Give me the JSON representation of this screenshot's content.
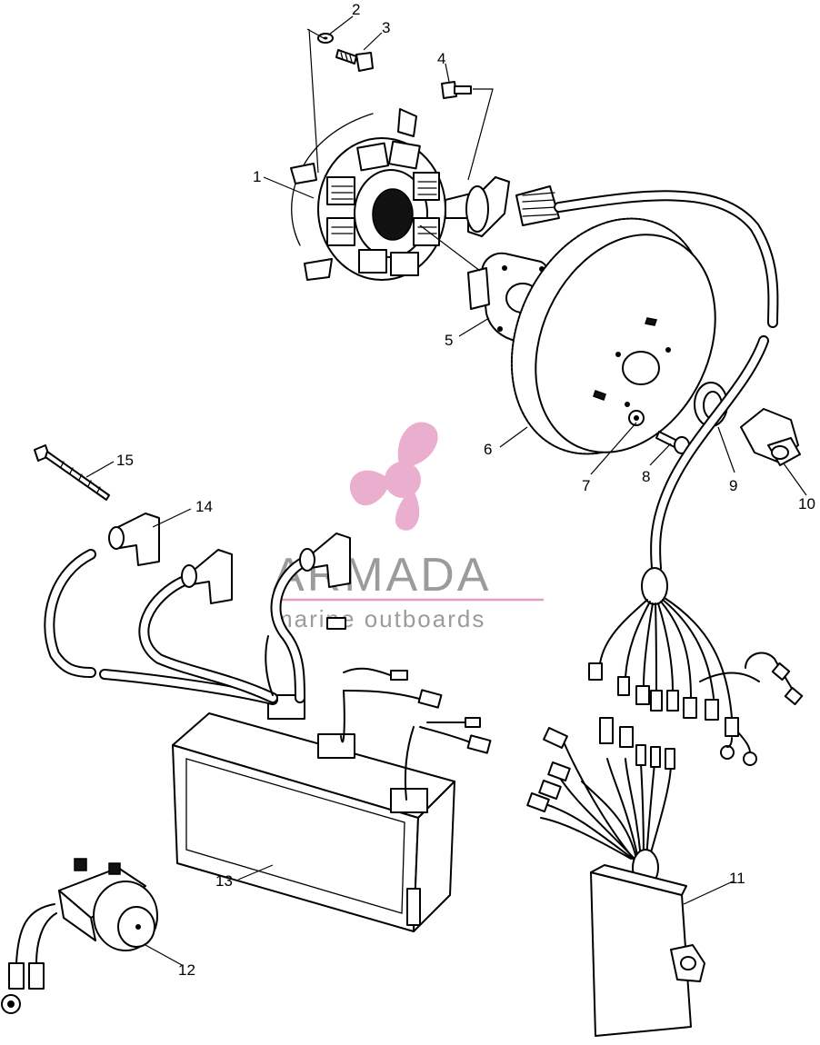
{
  "watermark": {
    "brand": "ARMADA",
    "tagline": "marine outboards",
    "accent_color": "#e59bc4",
    "text_color": "#8a8a8a"
  },
  "callouts": [
    {
      "id": "c1",
      "label": "1"
    },
    {
      "id": "c2",
      "label": "2"
    },
    {
      "id": "c3",
      "label": "3"
    },
    {
      "id": "c4",
      "label": "4"
    },
    {
      "id": "c5",
      "label": "5"
    },
    {
      "id": "c6",
      "label": "6"
    },
    {
      "id": "c7",
      "label": "7"
    },
    {
      "id": "c8",
      "label": "8"
    },
    {
      "id": "c9",
      "label": "9"
    },
    {
      "id": "c10",
      "label": "10"
    },
    {
      "id": "c11",
      "label": "11"
    },
    {
      "id": "c12",
      "label": "12"
    },
    {
      "id": "c13",
      "label": "13"
    },
    {
      "id": "c14",
      "label": "14"
    },
    {
      "id": "c15",
      "label": "15"
    }
  ]
}
